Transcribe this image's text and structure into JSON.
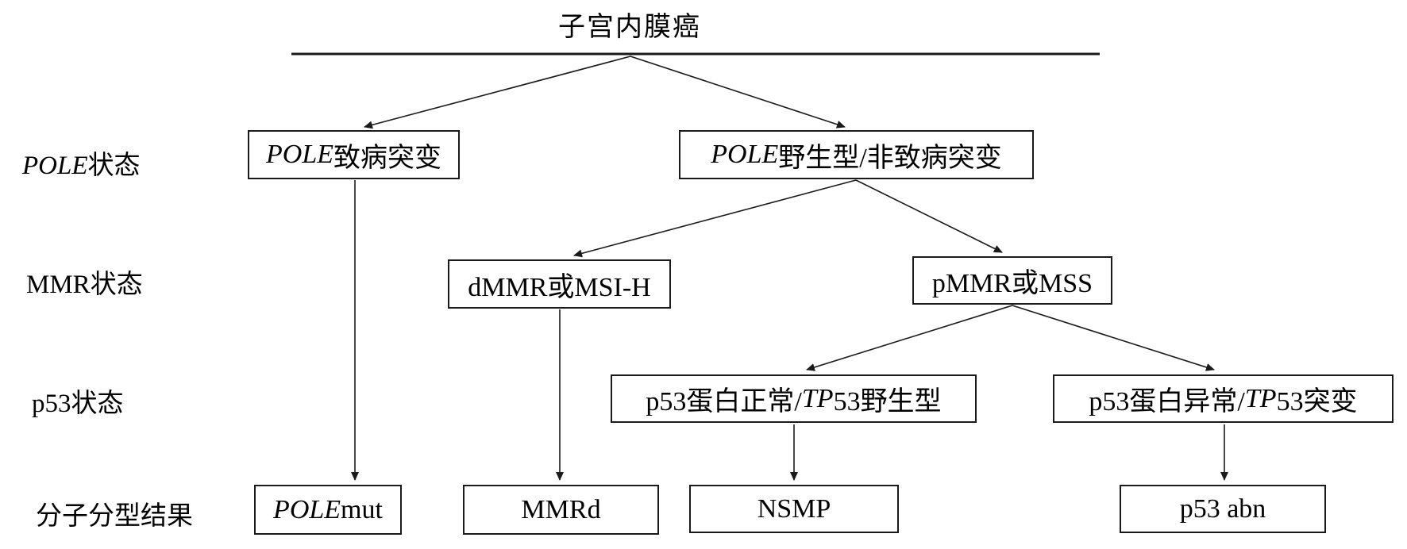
{
  "diagram": {
    "title": {
      "parts": [
        {
          "text": "子宫内膜癌"
        }
      ]
    },
    "row_labels": {
      "pole": {
        "parts": [
          {
            "text": "POLE",
            "italic": true
          },
          {
            "text": "状态"
          }
        ]
      },
      "mmr": {
        "parts": [
          {
            "text": "MMR状态"
          }
        ]
      },
      "p53": {
        "parts": [
          {
            "text": "p53状态"
          }
        ]
      },
      "result": {
        "parts": [
          {
            "text": "分子分型结果"
          }
        ]
      }
    },
    "nodes": {
      "pole_pathogenic": {
        "parts": [
          {
            "text": "POLE",
            "italic": true
          },
          {
            "text": "致病突变"
          }
        ]
      },
      "pole_wildtype": {
        "parts": [
          {
            "text": "POLE",
            "italic": true
          },
          {
            "text": "野生型/非致病突变"
          }
        ]
      },
      "dmmr": {
        "parts": [
          {
            "text": "dMMR或MSI-H"
          }
        ]
      },
      "pmmr": {
        "parts": [
          {
            "text": "pMMR或MSS"
          }
        ]
      },
      "p53_normal": {
        "parts": [
          {
            "text": "p53蛋白正常/"
          },
          {
            "text": "TP",
            "italic": true
          },
          {
            "text": "53野生型"
          }
        ]
      },
      "p53_abnormal": {
        "parts": [
          {
            "text": "p53蛋白异常/"
          },
          {
            "text": "TP",
            "italic": true
          },
          {
            "text": "53突变"
          }
        ]
      },
      "pole_mut": {
        "parts": [
          {
            "text": "POLE",
            "italic": true
          },
          {
            "text": " mut"
          }
        ]
      },
      "mmrd": {
        "parts": [
          {
            "text": "MMRd"
          }
        ]
      },
      "nsmp": {
        "parts": [
          {
            "text": "NSMP"
          }
        ]
      },
      "p53_abn": {
        "parts": [
          {
            "text": "p53 abn"
          }
        ]
      }
    },
    "colors": {
      "line": "#1a1a1a",
      "box_border": "#1a1a1a",
      "text": "#000000",
      "background": "#ffffff"
    }
  }
}
